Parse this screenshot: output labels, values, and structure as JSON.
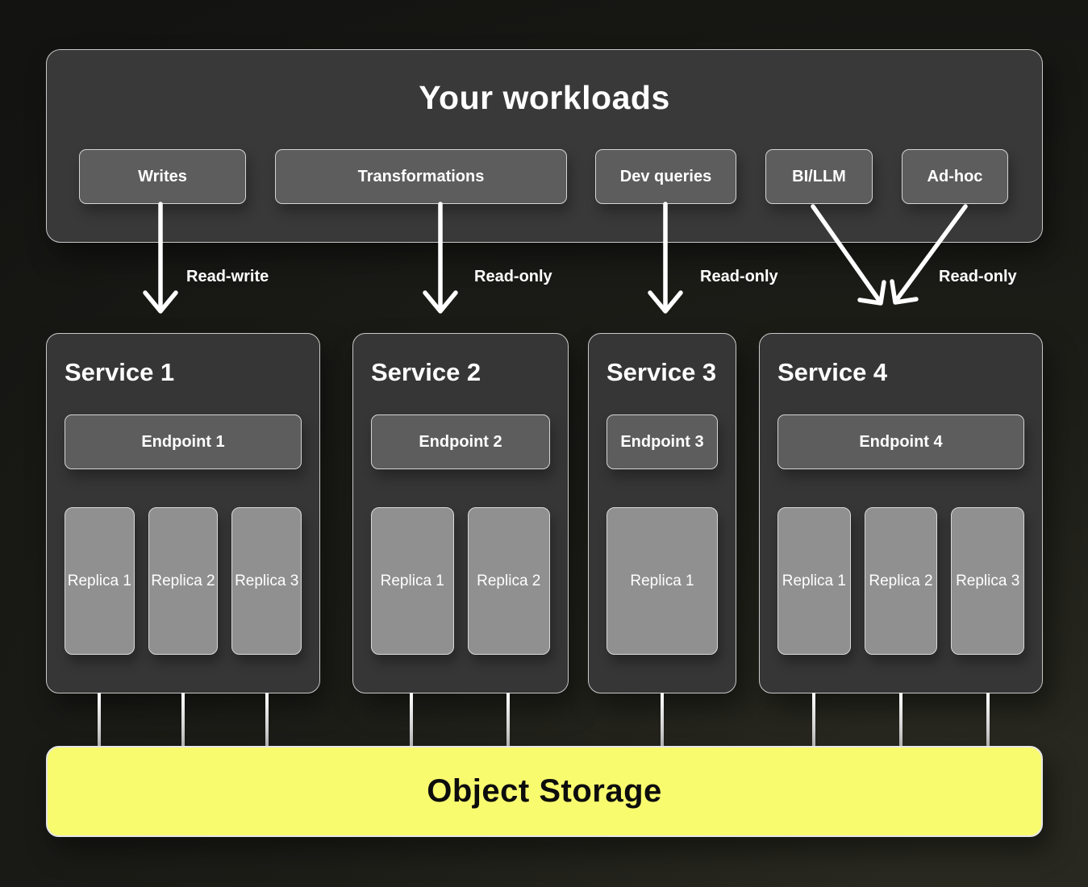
{
  "workloads": {
    "title": "Your workloads",
    "buttons": [
      {
        "label": "Writes"
      },
      {
        "label": "Transformations"
      },
      {
        "label": "Dev queries"
      },
      {
        "label": "BI/LLM"
      },
      {
        "label": "Ad-hoc"
      }
    ]
  },
  "arrow_labels": [
    {
      "label": "Read-write"
    },
    {
      "label": "Read-only"
    },
    {
      "label": "Read-only"
    },
    {
      "label": "Read-only"
    }
  ],
  "services": [
    {
      "title": "Service 1",
      "endpoint": "Endpoint 1",
      "replicas": [
        "Replica 1",
        "Replica 2",
        "Replica 3"
      ]
    },
    {
      "title": "Service 2",
      "endpoint": "Endpoint 2",
      "replicas": [
        "Replica 1",
        "Replica 2"
      ]
    },
    {
      "title": "Service 3",
      "endpoint": "Endpoint 3",
      "replicas": [
        "Replica 1"
      ]
    },
    {
      "title": "Service 4",
      "endpoint": "Endpoint 4",
      "replicas": [
        "Replica 1",
        "Replica 2",
        "Replica 3"
      ]
    }
  ],
  "storage": {
    "title": "Object Storage"
  },
  "colors": {
    "background_dark": "#1a1a16",
    "panel_fill": "#393939",
    "service_fill": "#363636",
    "button_fill": "#5d5d5d",
    "replica_fill": "#909090",
    "border_light": "#d2d2d2",
    "arrow_white": "#ffffff",
    "storage_yellow": "#f9fb6f",
    "storage_text": "#0d0d0d"
  }
}
